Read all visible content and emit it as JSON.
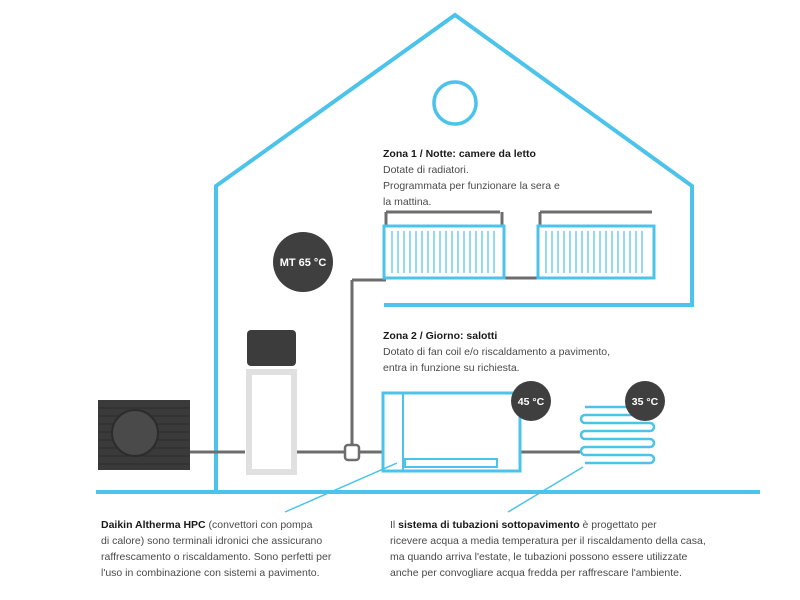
{
  "badges": {
    "mt": "MT 65 °C",
    "t45": "45 °C",
    "t35": "35 °C"
  },
  "zone1": {
    "title": "Zona 1 / Notte: camere da letto",
    "lines": [
      "Dotate di radiatori.",
      "Programmata per funzionare la sera e",
      "la mattina."
    ]
  },
  "zone2": {
    "title": "Zona 2 / Giorno: salotti",
    "lines": [
      "Dotato di fan coil e/o riscaldamento a pavimento,",
      "entra in funzione su richiesta."
    ]
  },
  "caption_left": {
    "bold": "Daikin Altherma HPC",
    "lines": [
      " (convettori con pompa",
      "di calore) sono terminali idronici che assicurano",
      "raffrescamento o riscaldamento. Sono perfetti per",
      "l'uso in combinazione con sistemi a pavimento."
    ]
  },
  "caption_right": {
    "prefix": "Il ",
    "bold": "sistema di tubazioni sottopavimento",
    "lines": [
      " è progettato per",
      "ricevere acqua a media temperatura per il riscaldamento della casa,",
      "ma quando arriva l'estate, le tubazioni possono essere utilizzate",
      "anche per convogliare acqua fredda per raffrescare l'ambiente."
    ]
  },
  "colors": {
    "accent": "#4cc3ea",
    "badge": "#3f3f3f",
    "pipe": "#6d6d6d",
    "unit": "#3a3a3a"
  }
}
